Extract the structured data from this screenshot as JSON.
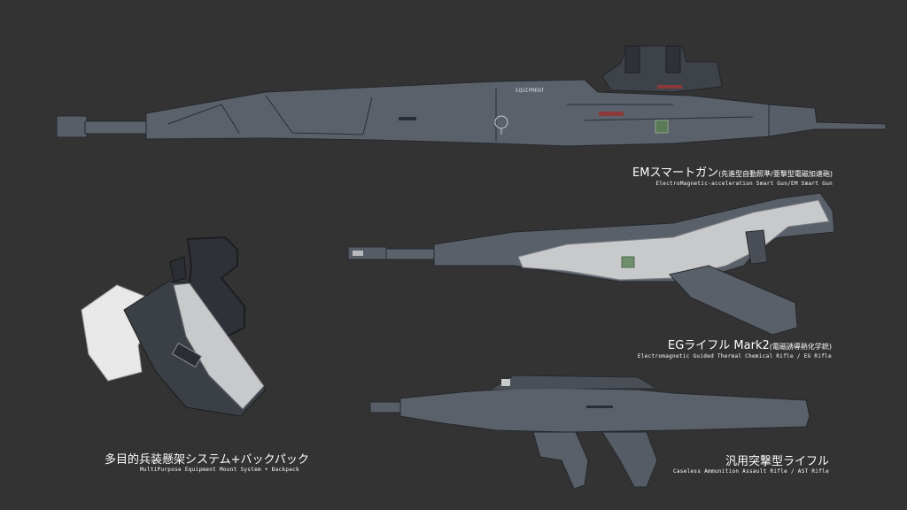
{
  "weapons": {
    "em_gun": {
      "name_main": "EMスマートガン",
      "name_sub": "(先進型自動照準/亜撃型電磁加速砲)",
      "name_en": "ElectroMagnetic-acceleration Smart Gun/EM Smart Gun",
      "body_text": "EQUIPMENT"
    },
    "eg_rifle": {
      "name_main": "EGライフル Mark2",
      "name_sub": "(電磁誘導熱化学銃)",
      "name_en": "Electromagnetic Guided Thermal Chemical Rifle / EG Rifle"
    },
    "assault_rifle": {
      "name_main": "汎用突撃型ライフル",
      "name_en": "Caseless Ammunition Assault Rifle / AST Rifle"
    },
    "mount_pack": {
      "name_main": "多目的兵装懸架システム+バックパック",
      "name_en": "MultiPurpose Equipment Mount System + Backpack"
    }
  },
  "colors": {
    "background": "#333333",
    "metal_dark": "#5a606a",
    "metal_shadow": "#2a2d33",
    "metal_light": "#c8c9cb",
    "metal_white": "#e8e8e8",
    "accent_red": "#8a3a3a",
    "accent_green": "#5a7a58"
  }
}
